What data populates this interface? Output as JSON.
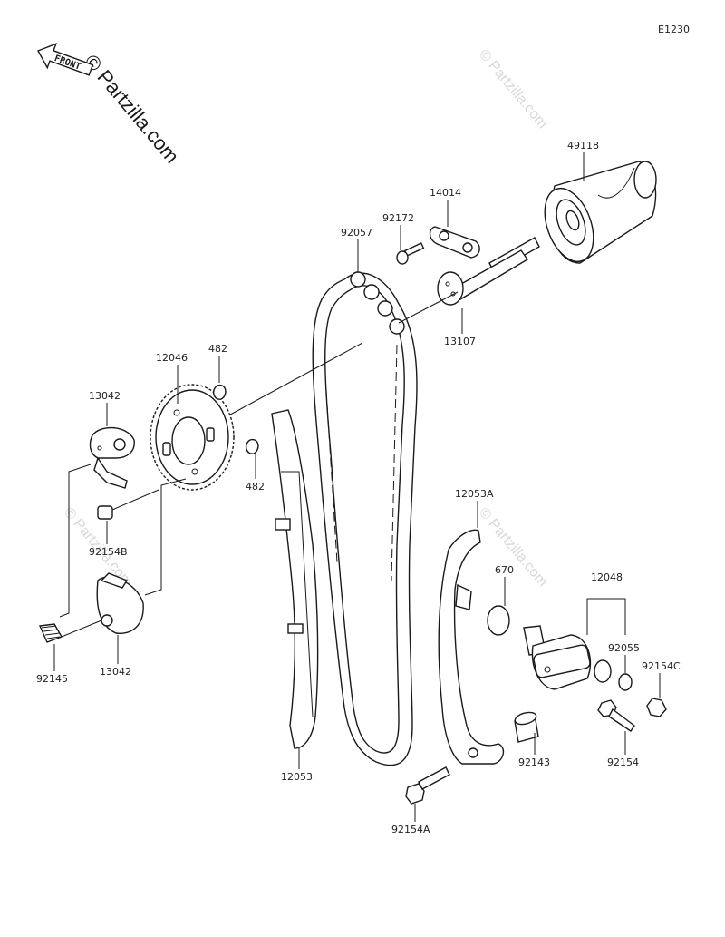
{
  "diagram_code": "E1230",
  "front_label": "FRONT",
  "watermark": {
    "main": "© Partzilla.com",
    "light": "© Partzilla.com"
  },
  "parts": {
    "camshaft": "49118",
    "plate_14014": "14014",
    "bolt_92172": "92172",
    "chain": "92057",
    "plate_13107": "13107",
    "sprocket": "12046",
    "circlip_top": "482",
    "circlip_bottom": "482",
    "decomp_weight_top": "13042",
    "decomp_weight_bottom": "13042",
    "bolt_92154b": "92154B",
    "spring_92145": "92145",
    "guide_12053": "12053",
    "guide_12053a": "12053A",
    "oring_670": "670",
    "tensioner": "12048",
    "gasket_92055": "92055",
    "bolt_92154c": "92154C",
    "bolt_92154": "92154",
    "collar_92143": "92143",
    "bolt_92154a": "92154A"
  }
}
